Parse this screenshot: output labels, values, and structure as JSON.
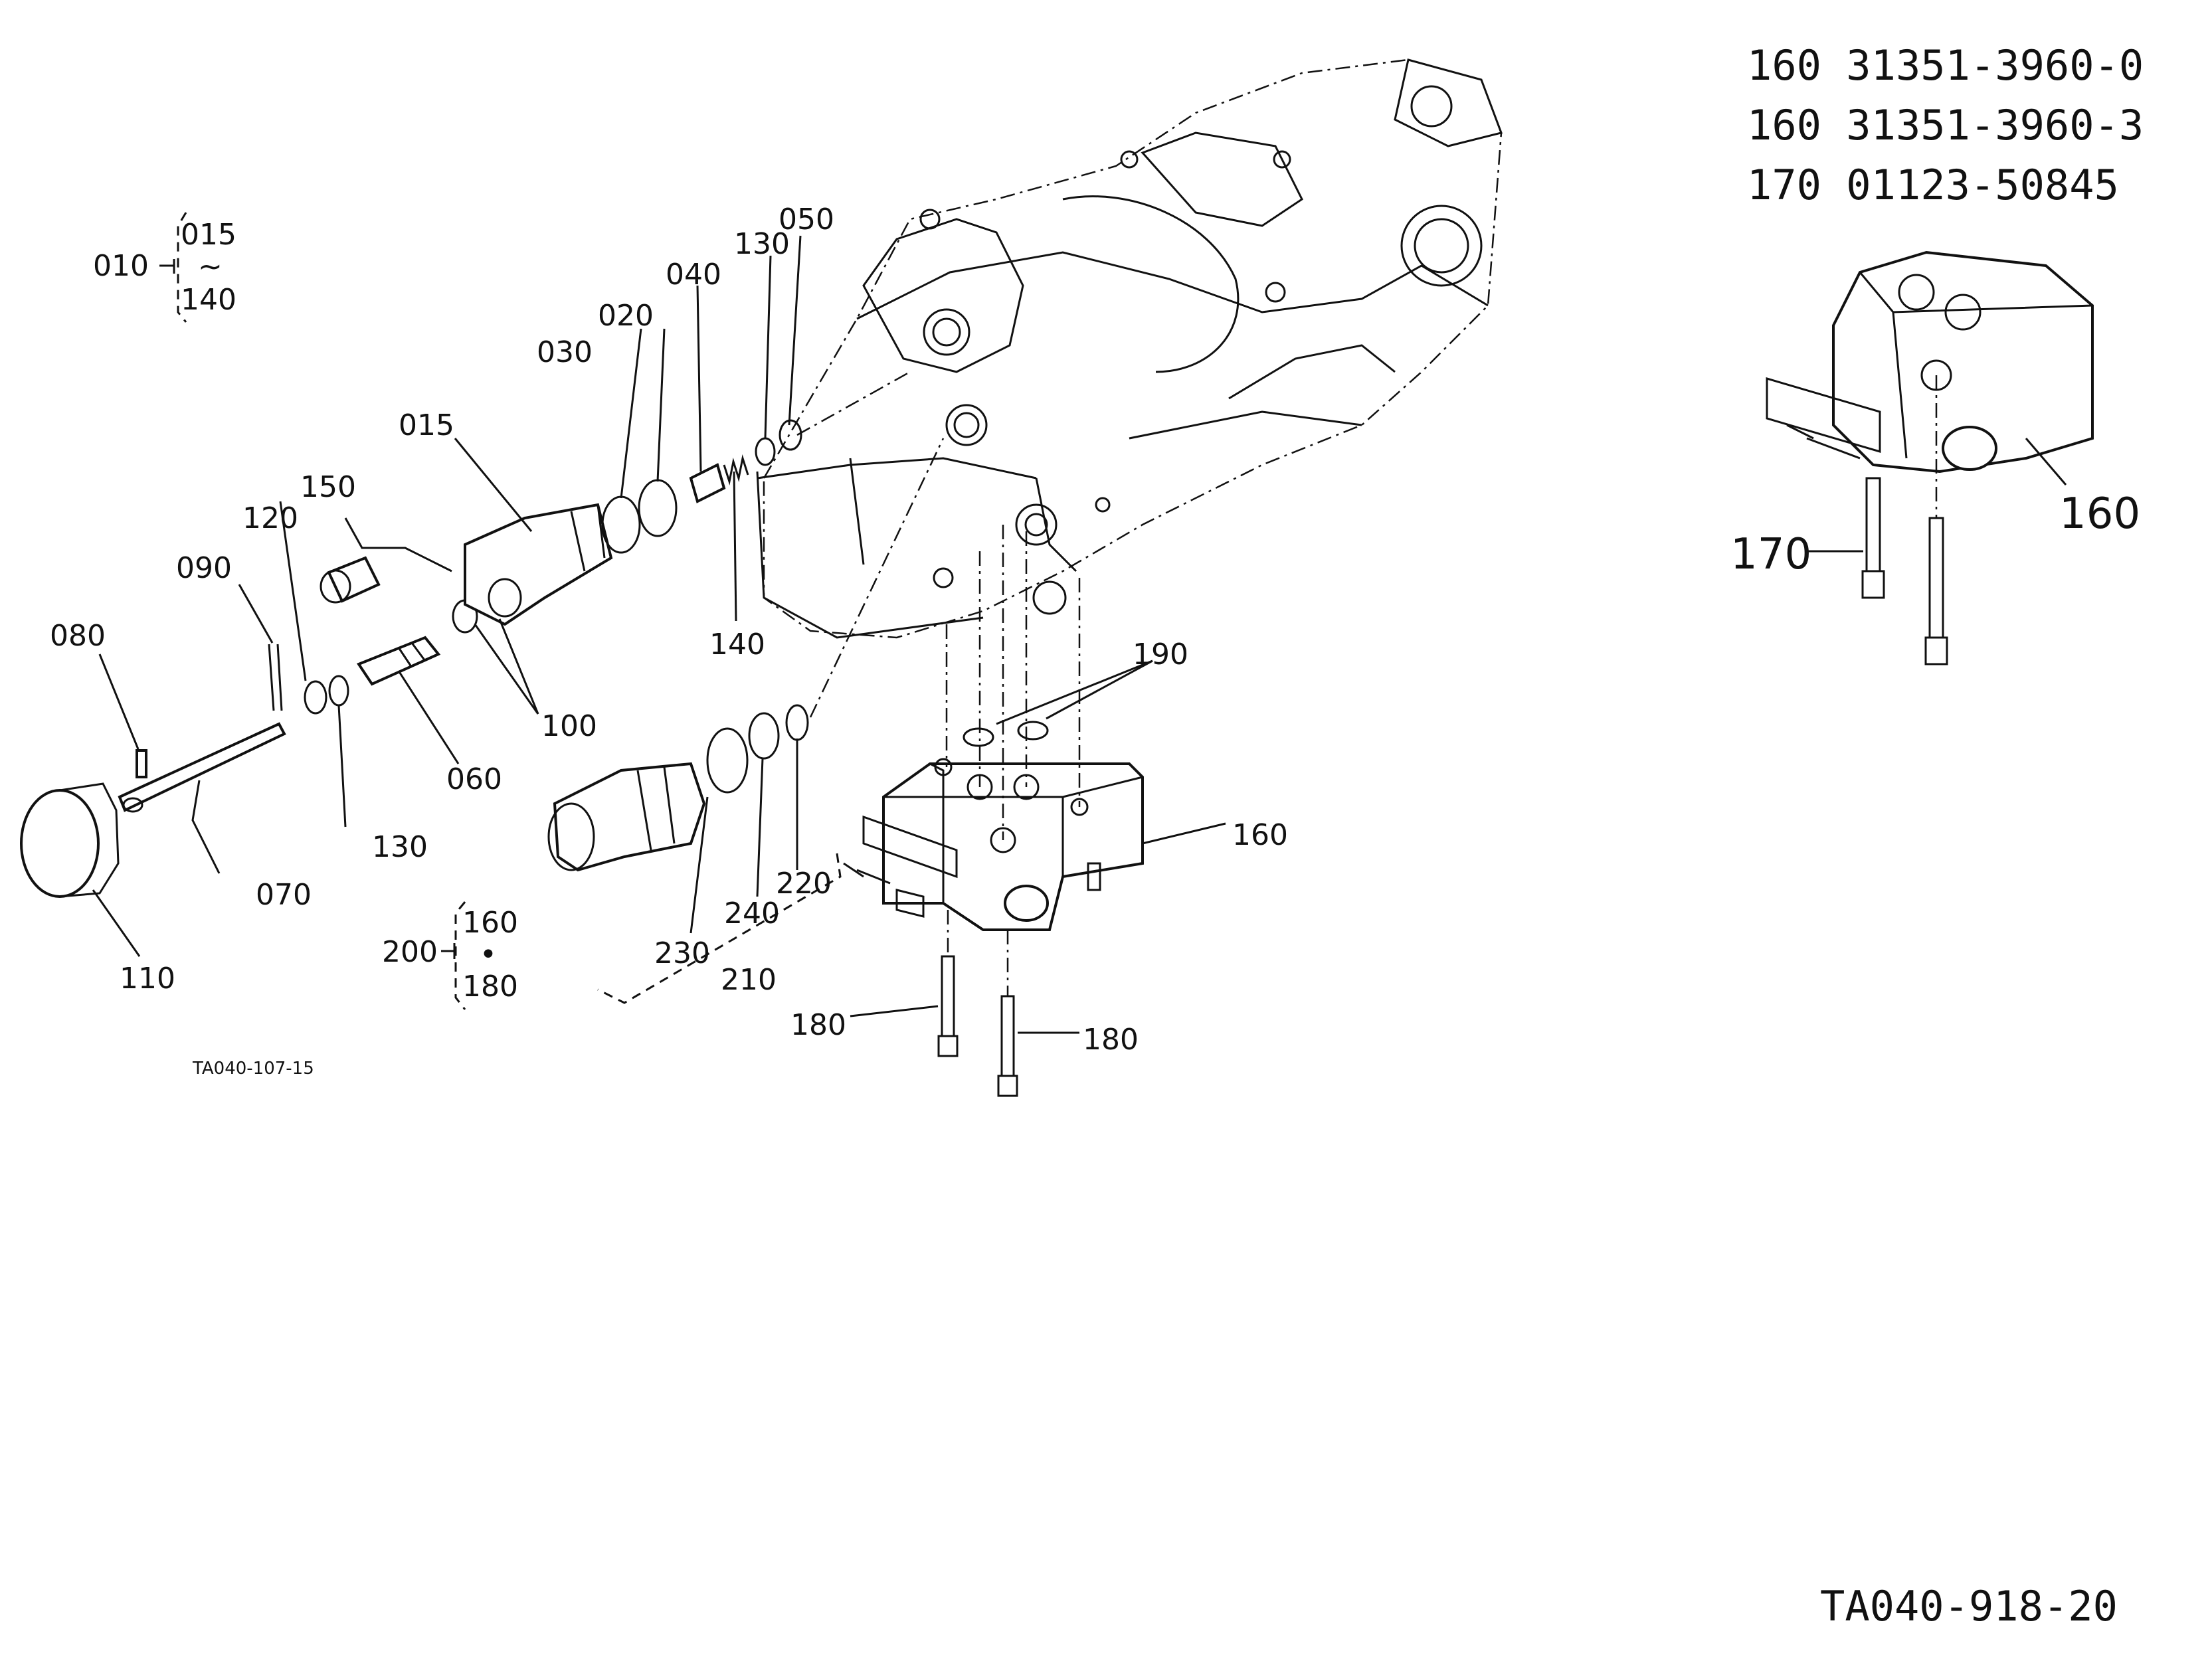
{
  "references": [
    "160 31351-3960-0",
    "160 31351-3960-3",
    "170 01123-50845"
  ],
  "drawing_code_main": "TA040-918-20",
  "drawing_code_sub": "TA040-107-15",
  "group_010": {
    "parent": "010",
    "from": "015",
    "sep": "~",
    "to": "140"
  },
  "group_200": {
    "parent": "200",
    "from": "160",
    "sep": "•",
    "to": "180"
  },
  "callouts": {
    "c015": "015",
    "c020": "020",
    "c030": "030",
    "c040": "040",
    "c050": "050",
    "c060": "060",
    "c070": "070",
    "c080": "080",
    "c090": "090",
    "c100": "100",
    "c110": "110",
    "c120": "120",
    "c130a": "130",
    "c130b": "130",
    "c140": "140",
    "c150": "150",
    "c160a": "160",
    "c160b": "160",
    "c170": "170",
    "c180a": "180",
    "c180b": "180",
    "c190": "190",
    "c210": "210",
    "c220": "220",
    "c230": "230",
    "c240": "240"
  }
}
